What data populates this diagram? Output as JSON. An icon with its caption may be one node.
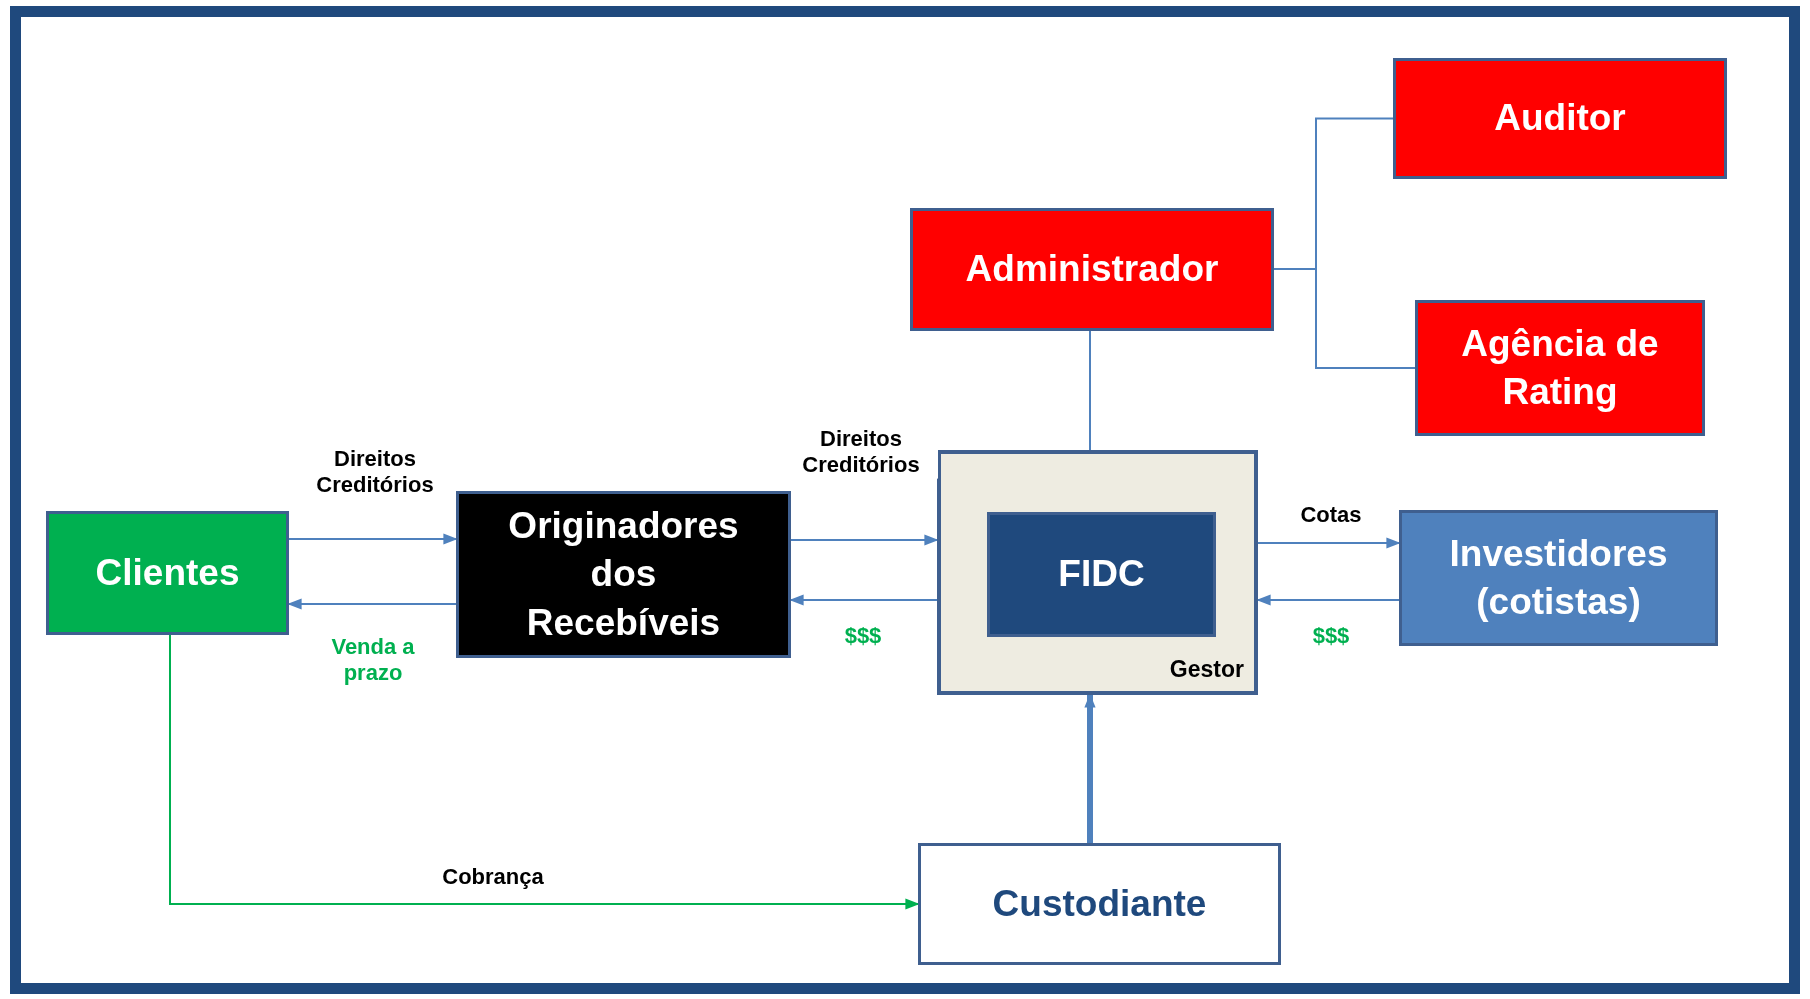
{
  "diagram": {
    "nodes": [
      {
        "text": [
          "Auditor"
        ]
      },
      {
        "text": [
          "Administrador"
        ]
      },
      {
        "text": [
          "Agência de Rating"
        ]
      },
      {
        "text": [
          "Clientes"
        ]
      },
      {
        "text": [
          "Originadores dos Recebíveis"
        ]
      },
      {
        "text": [
          "Gestor"
        ]
      },
      {
        "text": [
          "FIDC"
        ],
        "in": 5
      },
      {
        "text": [
          "Investidores (cotistas)"
        ]
      },
      {
        "text": [
          "Custodiante"
        ]
      }
    ],
    "edges": [
      {
        "from": 3,
        "to": 4,
        "arrow": "to",
        "label": "Direitos Creditórios"
      },
      {
        "from": 4,
        "to": 3,
        "arrow": "to",
        "label": "Venda a prazo"
      },
      {
        "from": 4,
        "to": 5,
        "arrow": "to",
        "label": "Direitos Creditórios"
      },
      {
        "from": 5,
        "to": 4,
        "arrow": "to",
        "label": "$$$"
      },
      {
        "from": 5,
        "to": 7,
        "arrow": "to",
        "label": "Cotas"
      },
      {
        "from": 7,
        "to": 5,
        "arrow": "to",
        "label": "$$$"
      },
      {
        "from": 1,
        "to": 5,
        "arrow": "none"
      },
      {
        "from": 1,
        "to": 0,
        "arrow": "none"
      },
      {
        "from": 1,
        "to": 2,
        "arrow": "none"
      },
      {
        "from": 3,
        "to": 8,
        "arrow": "to",
        "label": "Cobrança",
        "color": "#00b050"
      },
      {
        "from": 8,
        "to": 5,
        "arrow": "to",
        "style": "thick"
      }
    ]
  }
}
